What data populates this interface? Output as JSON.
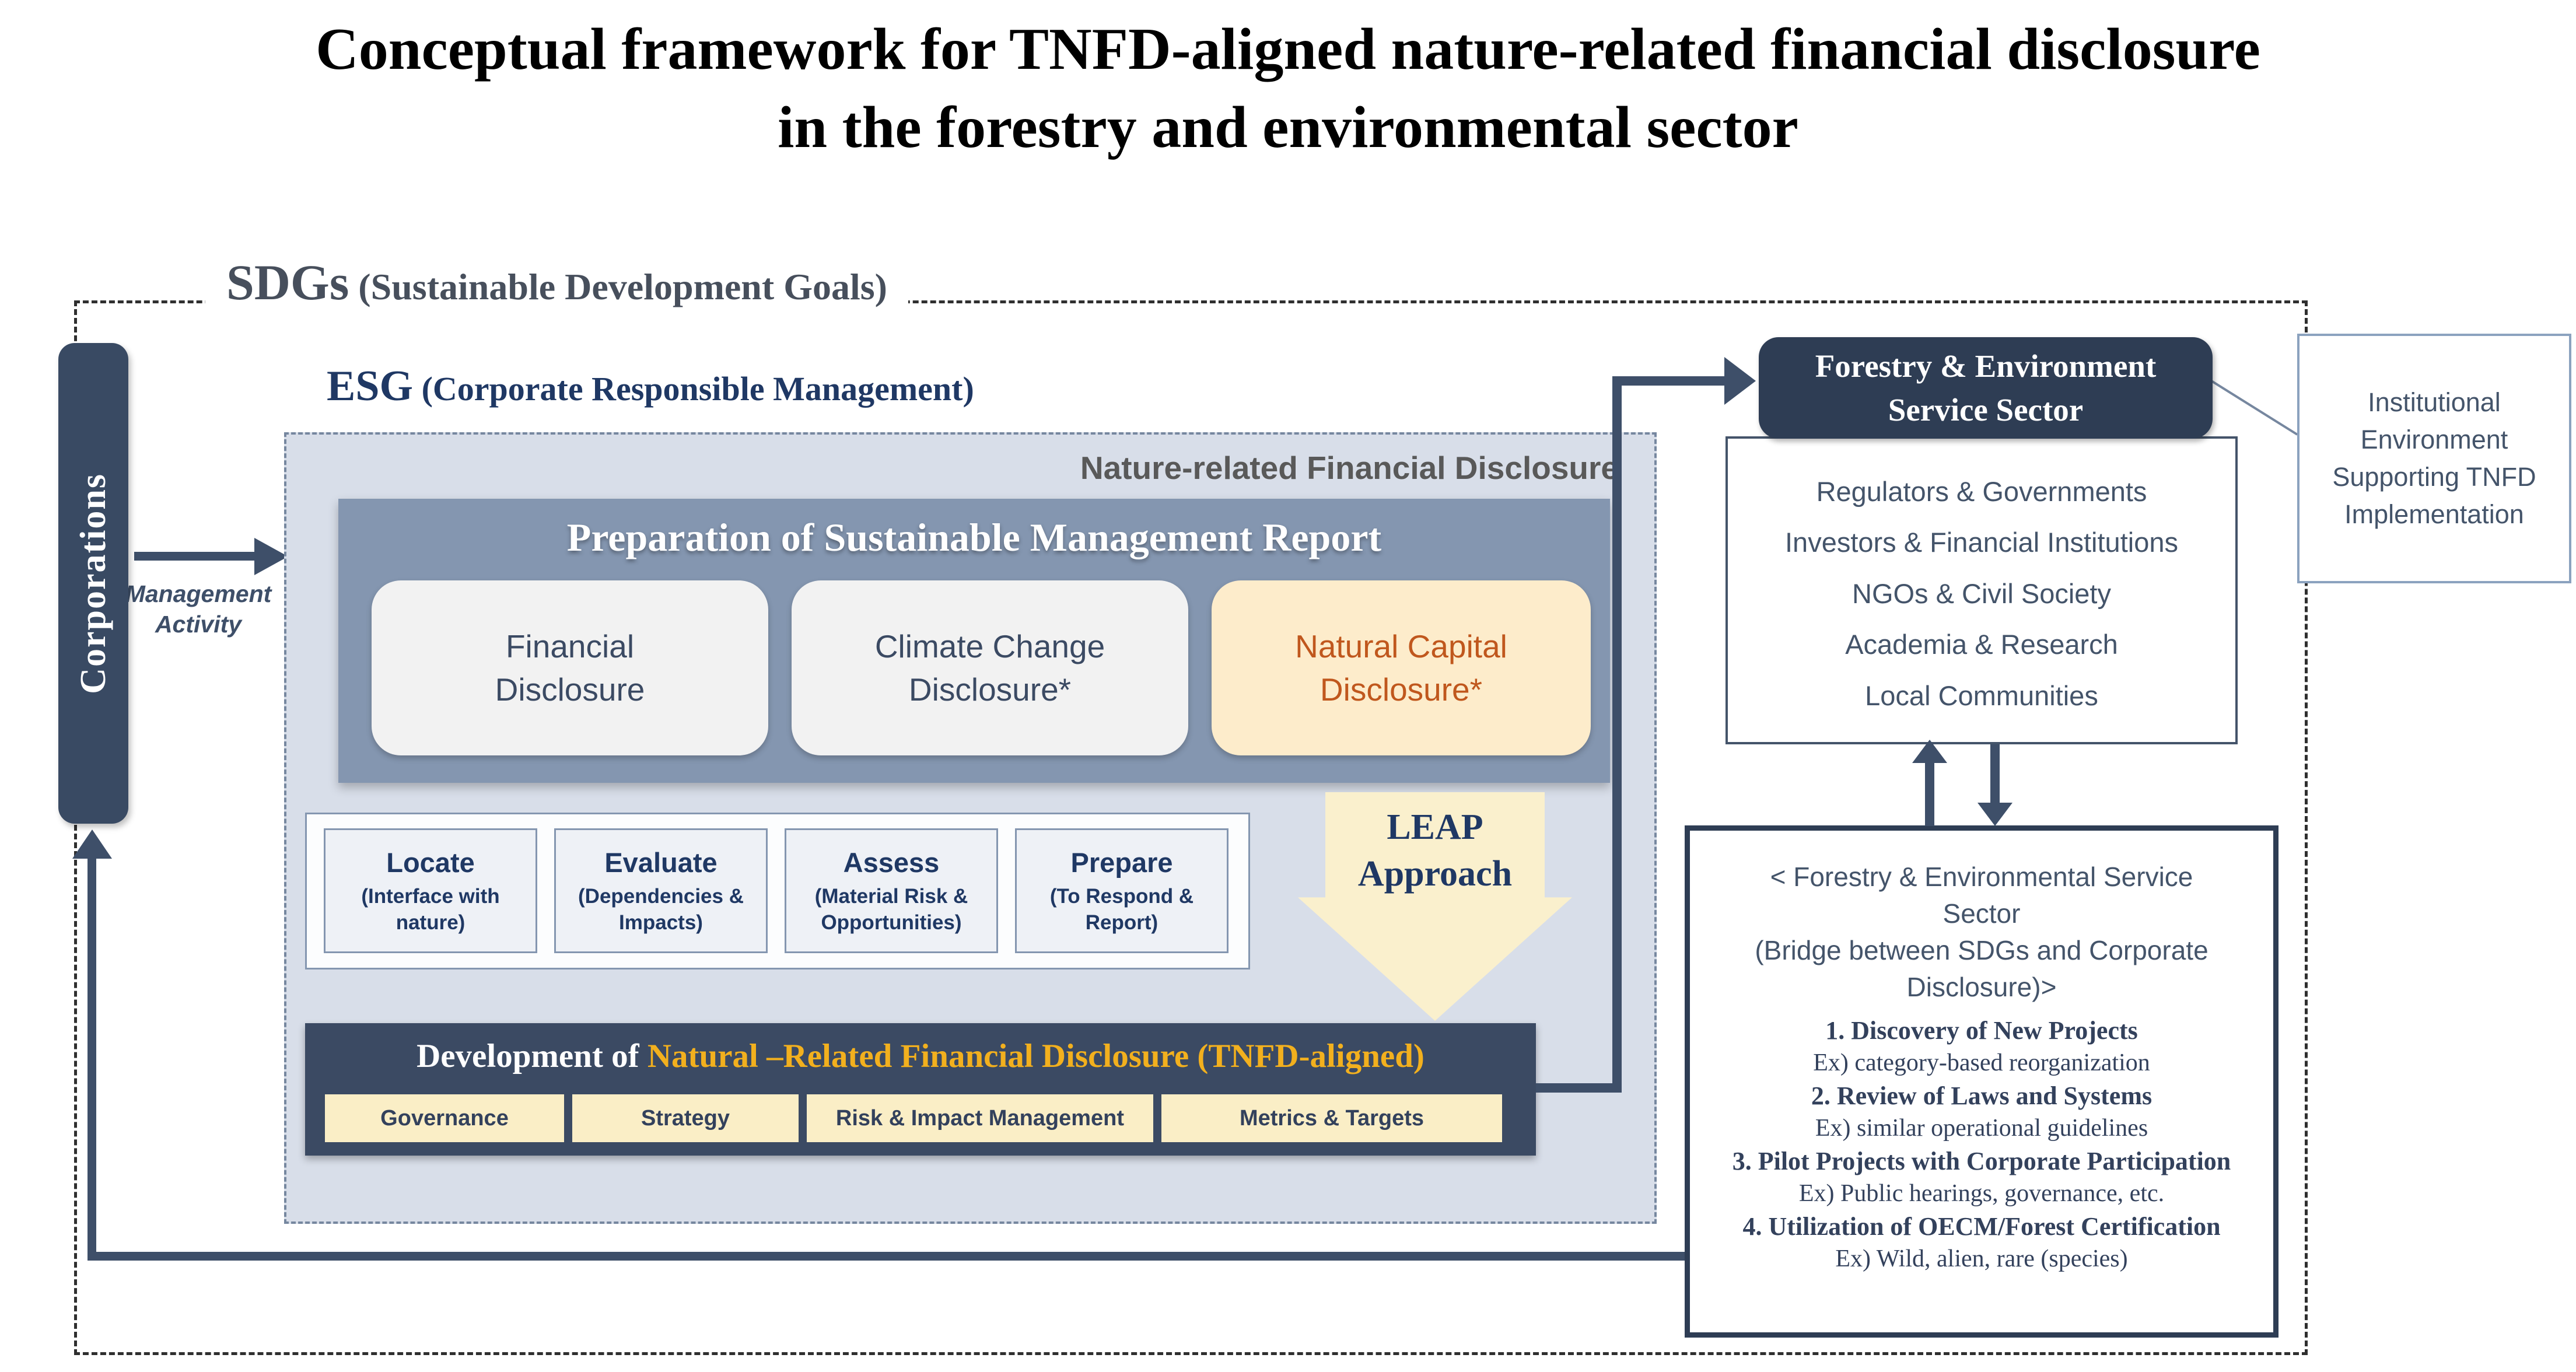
{
  "title": {
    "line1": "Conceptual framework for TNFD-aligned nature-related financial disclosure",
    "line2": "in the forestry and environmental sector"
  },
  "sdgs": {
    "acronym": "SDGs",
    "subtitle": " (Sustainable Development Goals)"
  },
  "esg": {
    "acronym": "ESG",
    "subtitle": " (Corporate Responsible Management)"
  },
  "corporations": {
    "label": "Corporations"
  },
  "management_activity": {
    "label": "Management\nActivity"
  },
  "panel": {
    "watermark": "Nature-related Financial Disclosure"
  },
  "preparation": {
    "title": "Preparation of Sustainable Management Report",
    "boxes": [
      {
        "label": "Financial\nDisclosure"
      },
      {
        "label": "Climate Change\nDisclosure*"
      },
      {
        "label": "Natural Capital\nDisclosure*"
      }
    ]
  },
  "leap": {
    "arrow_label": "LEAP\nApproach",
    "steps": [
      {
        "name": "Locate",
        "desc": "(Interface with nature)"
      },
      {
        "name": "Evaluate",
        "desc": "(Dependencies & Impacts)"
      },
      {
        "name": "Assess",
        "desc": "(Material Risk & Opportunities)"
      },
      {
        "name": "Prepare",
        "desc": "(To Respond & Report)"
      }
    ]
  },
  "development": {
    "title_prefix": "Development of ",
    "title_highlight": "Natural –Related Financial Disclosure (TNFD-aligned)",
    "pillars": [
      "Governance",
      "Strategy",
      "Risk & Impact Management",
      "Metrics & Targets"
    ]
  },
  "forestry_sector": {
    "title": "Forestry & Environment\nService Sector",
    "stakeholders": [
      "Regulators & Governments",
      "Investors & Financial Institutions",
      "NGOs & Civil Society",
      "Academia & Research",
      "Local Communities"
    ]
  },
  "institutional": {
    "text": "Institutional\nEnvironment\nSupporting TNFD\nImplementation"
  },
  "bridge": {
    "header": "< Forestry & Environmental Service\nSector\n(Bridge between SDGs and Corporate\nDisclosure)>",
    "items": [
      {
        "title": "1. Discovery of New Projects",
        "example": "Ex) category-based reorganization"
      },
      {
        "title": "2. Review of Laws and Systems",
        "example": "Ex) similar operational guidelines"
      },
      {
        "title": "3. Pilot Projects with Corporate Participation",
        "example": "Ex) Public hearings, governance, etc."
      },
      {
        "title": "4. Utilization of OECM/Forest Certification",
        "example": "Ex) Wild, alien, rare (species)"
      }
    ]
  },
  "colors": {
    "navy_arrow": "#3e4f69",
    "dark_navy_box": "#2e3d54",
    "slate_header": "#8496b0",
    "panel_fill": "#d8dee9",
    "cream": "#faeec6",
    "gold_text": "#f2b01e",
    "orange_text": "#c0571d",
    "esg_text": "#1f3864"
  }
}
